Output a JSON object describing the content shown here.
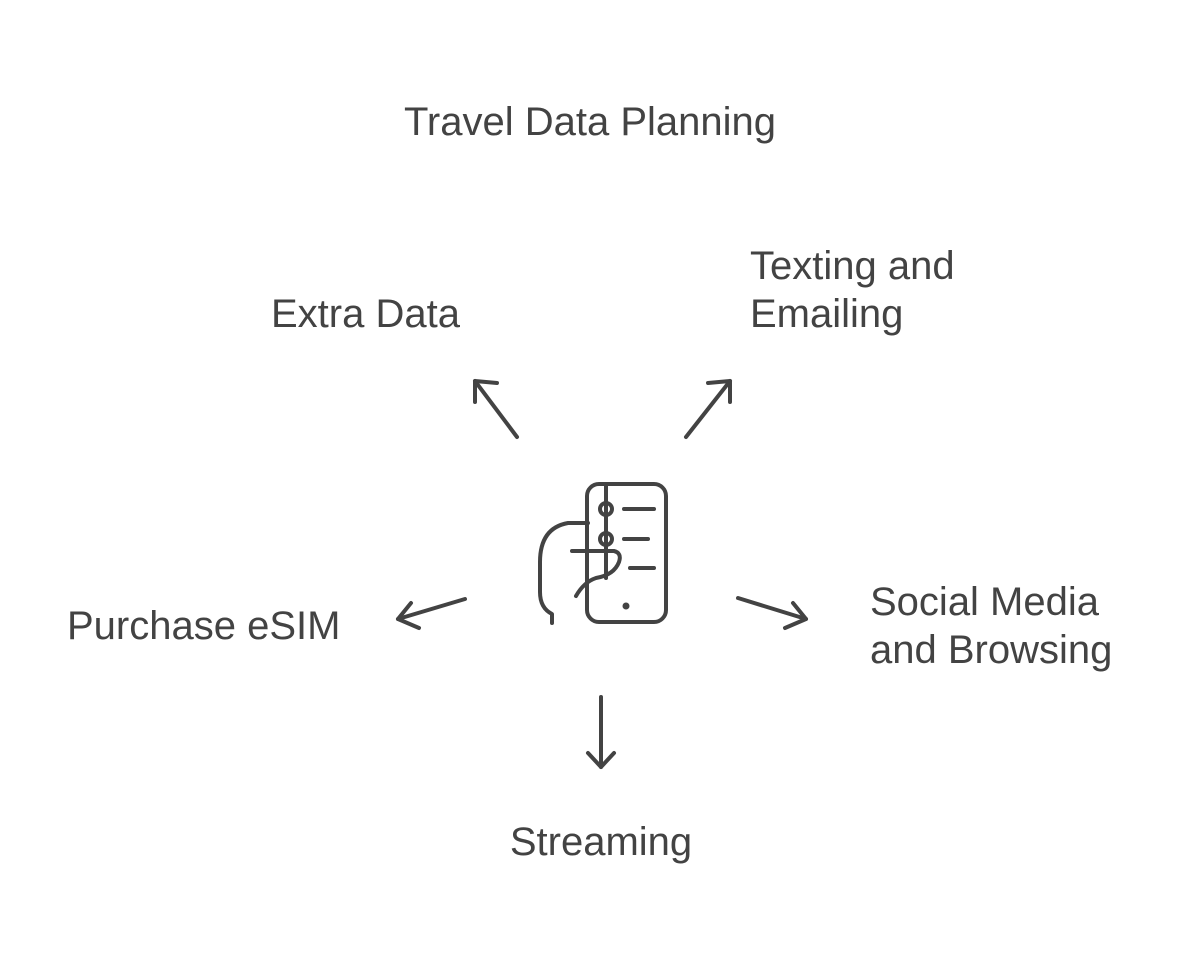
{
  "diagram": {
    "title": "Travel Data Planning",
    "center_icon": "phone-in-hand-icon",
    "branches": {
      "extra_data": {
        "lines": [
          "Extra Data"
        ]
      },
      "texting": {
        "lines": [
          "Texting and",
          "Emailing"
        ]
      },
      "purchase": {
        "lines": [
          "Purchase eSIM"
        ]
      },
      "social": {
        "lines": [
          "Social Media",
          "and Browsing"
        ]
      },
      "streaming": {
        "lines": [
          "Streaming"
        ]
      }
    },
    "colors": {
      "text": "#434343",
      "stroke": "#434343",
      "background": "#ffffff"
    }
  }
}
